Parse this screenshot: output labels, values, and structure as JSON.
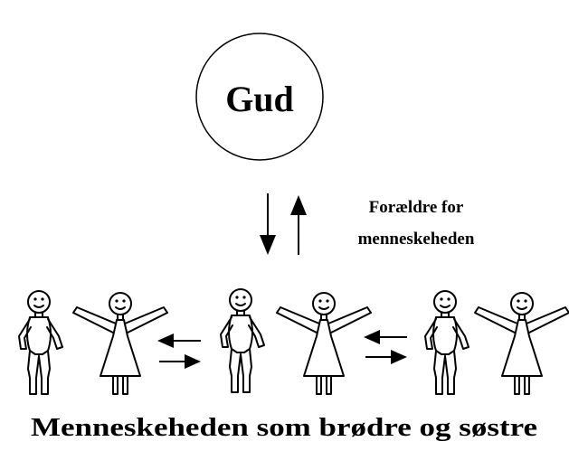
{
  "god": {
    "label": "Gud"
  },
  "relation": {
    "line1": "Forældre for",
    "line2": "menneskeheden"
  },
  "caption": "Menneskeheden som brødre og søstre",
  "figures": [
    {
      "kind": "man"
    },
    {
      "kind": "woman"
    },
    {
      "kind": "man"
    },
    {
      "kind": "woman"
    },
    {
      "kind": "man"
    },
    {
      "kind": "woman"
    }
  ]
}
